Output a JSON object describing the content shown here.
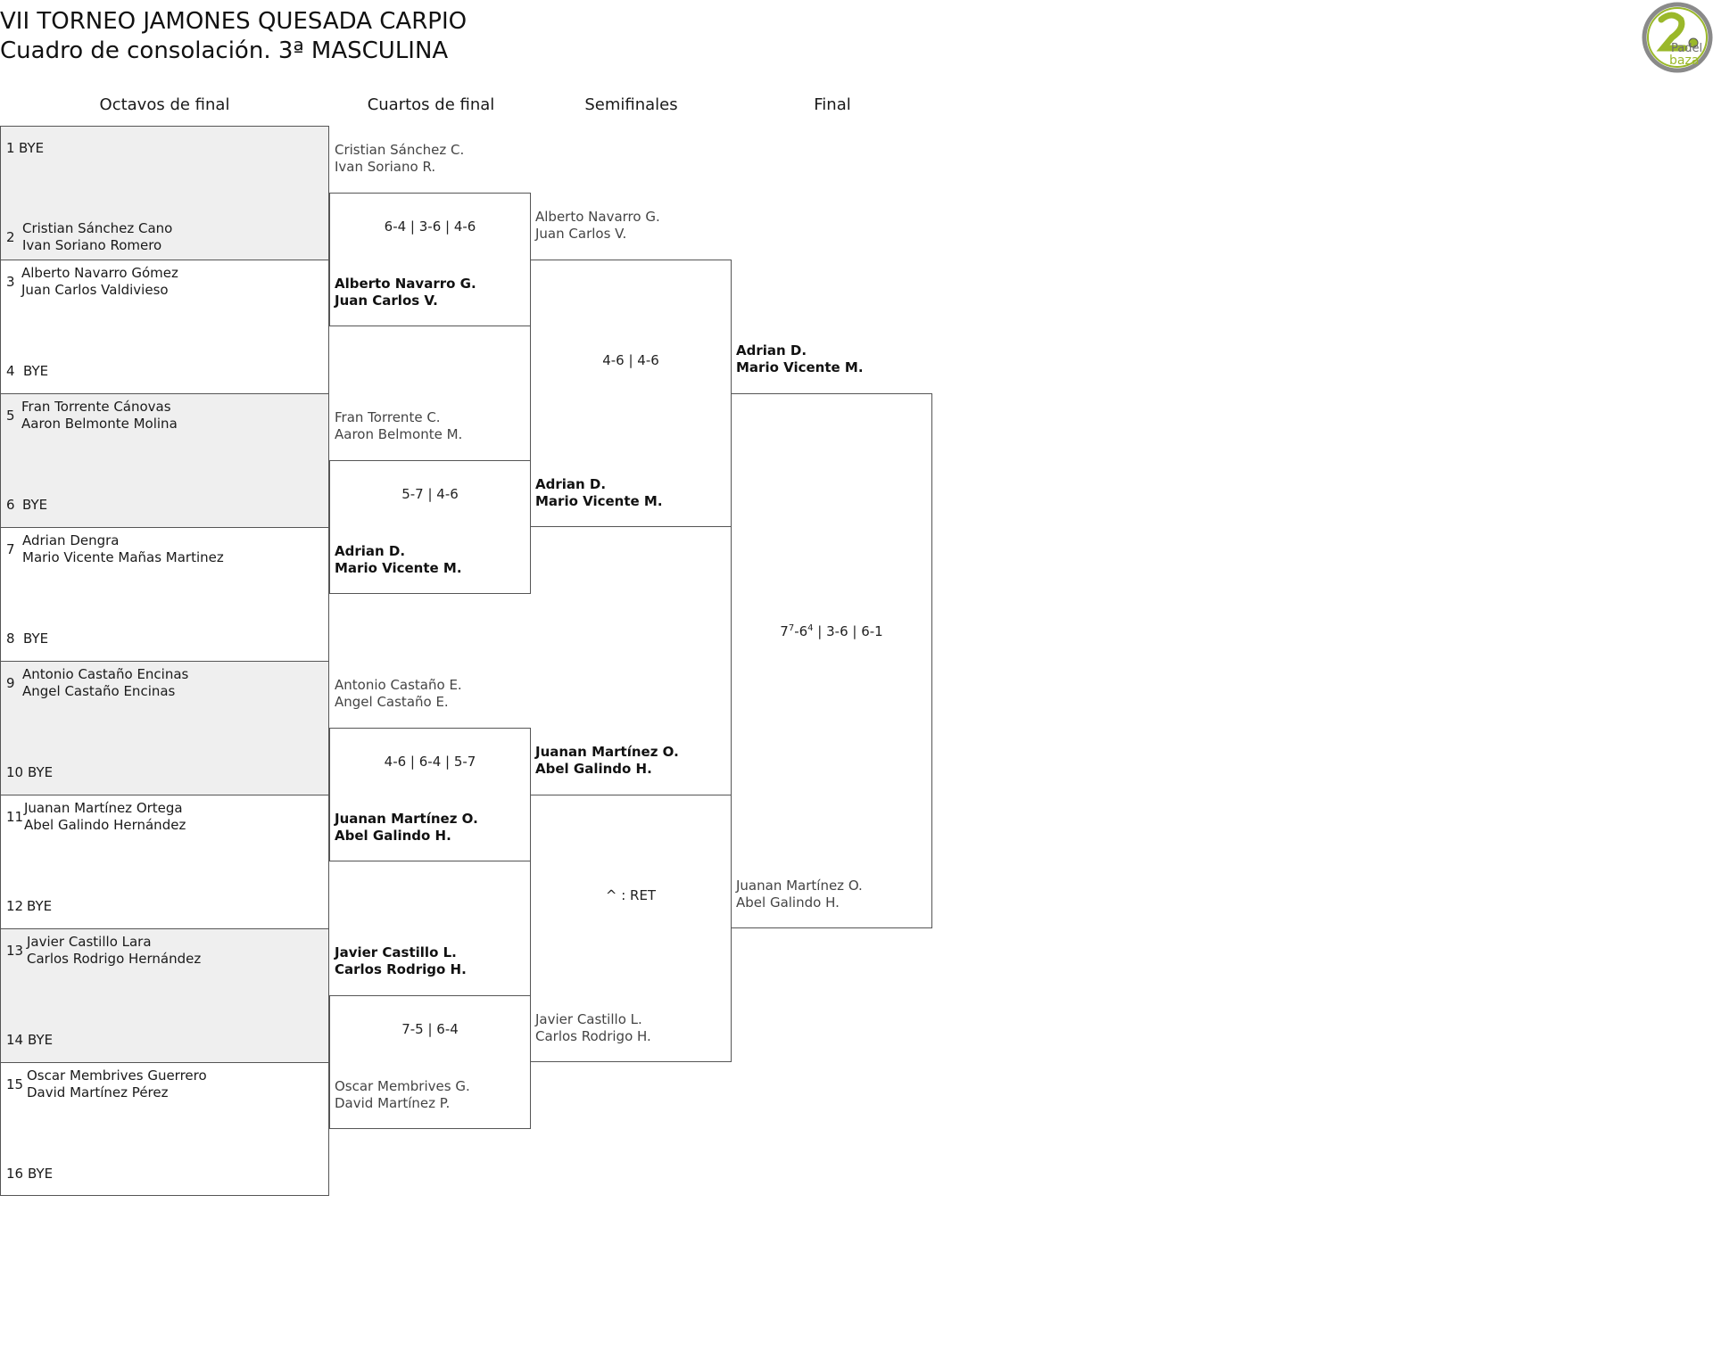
{
  "header": {
    "title": "VII TORNEO JAMONES QUESADA CARPIO",
    "subtitle": "Cuadro de consolación. 3ª MASCULINA"
  },
  "logo": {
    "text_top": "Padel",
    "text_bottom": "baza",
    "accent": "#9ab82a",
    "ring": "#6f6f6f"
  },
  "rounds": [
    "Octavos de final",
    "Cuartos de final",
    "Semifinales",
    "Final"
  ],
  "round1": [
    {
      "seed": "1",
      "players": [
        "BYE"
      ]
    },
    {
      "seed": "2",
      "players": [
        "Cristian Sánchez Cano",
        "Ivan Soriano Romero"
      ]
    },
    {
      "seed": "3",
      "players": [
        "Alberto Navarro Gómez",
        "Juan Carlos Valdivieso"
      ]
    },
    {
      "seed": "4",
      "players": [
        "BYE"
      ]
    },
    {
      "seed": "5",
      "players": [
        "Fran Torrente Cánovas",
        "Aaron Belmonte Molina"
      ]
    },
    {
      "seed": "6",
      "players": [
        "BYE"
      ]
    },
    {
      "seed": "7",
      "players": [
        "Adrian Dengra",
        "Mario Vicente Mañas Martinez"
      ]
    },
    {
      "seed": "8",
      "players": [
        "BYE"
      ]
    },
    {
      "seed": "9",
      "players": [
        "Antonio Castaño Encinas",
        "Angel Castaño Encinas"
      ]
    },
    {
      "seed": "10",
      "players": [
        "BYE"
      ]
    },
    {
      "seed": "11",
      "players": [
        "Juanan Martínez Ortega",
        "Abel Galindo Hernández"
      ]
    },
    {
      "seed": "12",
      "players": [
        "BYE"
      ]
    },
    {
      "seed": "13",
      "players": [
        "Javier Castillo Lara",
        "Carlos Rodrigo Hernández"
      ]
    },
    {
      "seed": "14",
      "players": [
        "BYE"
      ]
    },
    {
      "seed": "15",
      "players": [
        "Oscar Membrives Guerrero",
        "David Martínez Pérez"
      ]
    },
    {
      "seed": "16",
      "players": [
        "BYE"
      ]
    }
  ],
  "quarterfinals": [
    {
      "top": [
        "Cristian Sánchez C.",
        "Ivan Soriano R."
      ],
      "bottom": [
        "Alberto Navarro G.",
        "Juan Carlos V."
      ],
      "score": "6-4 | 3-6 | 4-6",
      "winner": "bottom"
    },
    {
      "top": [
        "Fran Torrente C.",
        "Aaron Belmonte M."
      ],
      "bottom": [
        "Adrian D.",
        "Mario Vicente M."
      ],
      "score": "5-7 | 4-6",
      "winner": "bottom"
    },
    {
      "top": [
        "Antonio Castaño E.",
        "Angel Castaño E."
      ],
      "bottom": [
        "Juanan Martínez O.",
        "Abel Galindo H."
      ],
      "score": "4-6 | 6-4 | 5-7",
      "winner": "bottom"
    },
    {
      "top": [
        "Javier Castillo L.",
        "Carlos Rodrigo H."
      ],
      "bottom": [
        "Oscar Membrives G.",
        "David Martínez P."
      ],
      "score": "7-5 | 6-4",
      "winner": "top"
    }
  ],
  "semifinals": [
    {
      "top": [
        "Alberto Navarro G.",
        "Juan Carlos V."
      ],
      "bottom": [
        "Adrian D.",
        "Mario Vicente M."
      ],
      "score": "4-6 | 4-6",
      "winner": "bottom"
    },
    {
      "top": [
        "Juanan Martínez O.",
        "Abel Galindo H."
      ],
      "bottom": [
        "Javier Castillo L.",
        "Carlos Rodrigo H."
      ],
      "score": "^ : RET",
      "winner": "top"
    }
  ],
  "final": {
    "top": [
      "Adrian D.",
      "Mario Vicente M."
    ],
    "bottom": [
      "Juanan Martínez O.",
      "Abel Galindo H."
    ],
    "score": {
      "s1_a": "7",
      "s1_tb_a": "7",
      "s1_b": "-6",
      "s1_tb_b": "4",
      "rest": " | 3-6 | 6-1"
    },
    "winner": "top"
  }
}
